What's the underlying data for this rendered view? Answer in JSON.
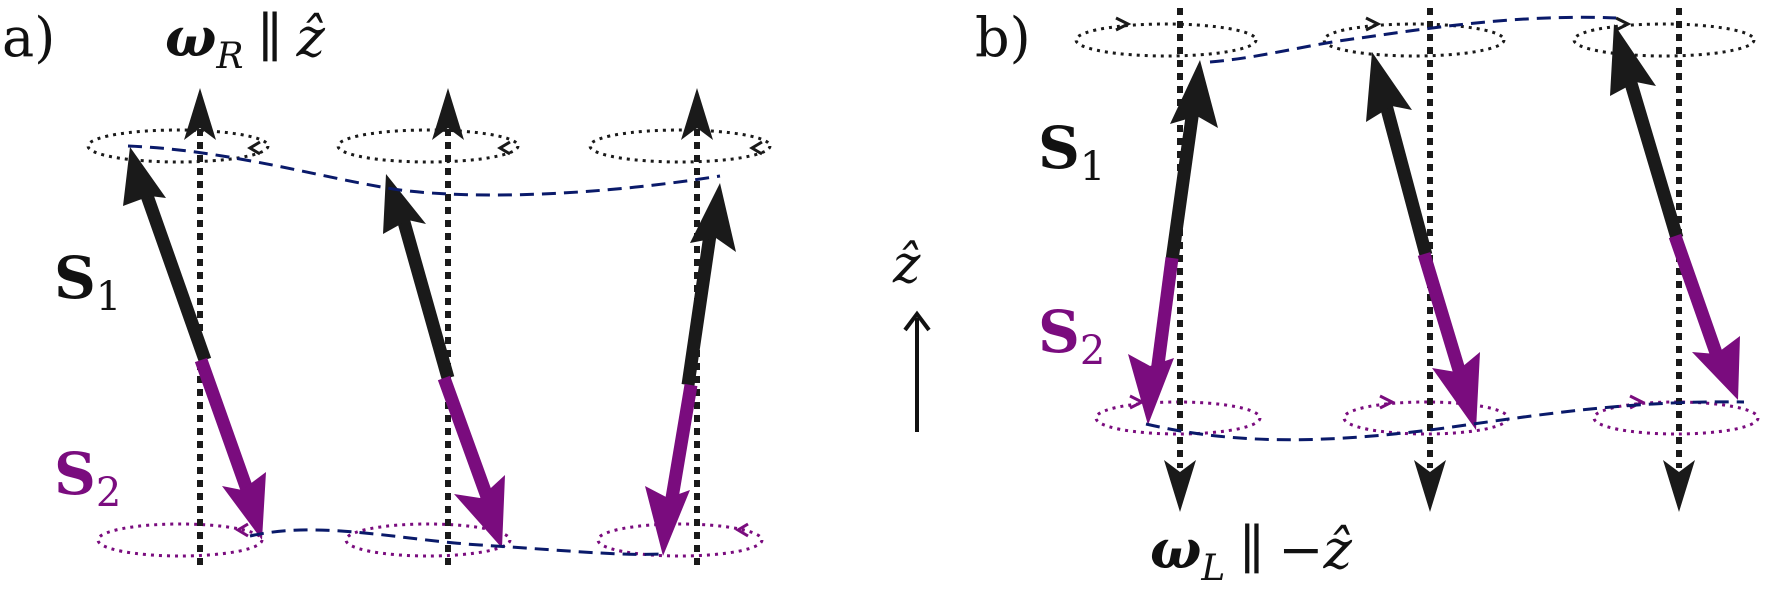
{
  "colors": {
    "black": "#1a1a1a",
    "purple": "#7a0c7e",
    "navy": "#0a1a6a",
    "white": "#ffffff"
  },
  "axis": {
    "label": "ẑ"
  },
  "panels": [
    {
      "id": "a",
      "label": "a)",
      "spin1_label": "S",
      "spin1_sub": "1",
      "spin2_label": "S",
      "spin2_sub": "2",
      "omega_symbol": "ω",
      "omega_sub": "R",
      "omega_rel": "∥",
      "omega_dir": "ẑ"
    },
    {
      "id": "b",
      "label": "b)",
      "spin1_label": "S",
      "spin1_sub": "1",
      "spin2_label": "S",
      "spin2_sub": "2",
      "omega_symbol": "ω",
      "omega_sub": "L",
      "omega_rel": "∥",
      "omega_dir": "−ẑ"
    }
  ]
}
